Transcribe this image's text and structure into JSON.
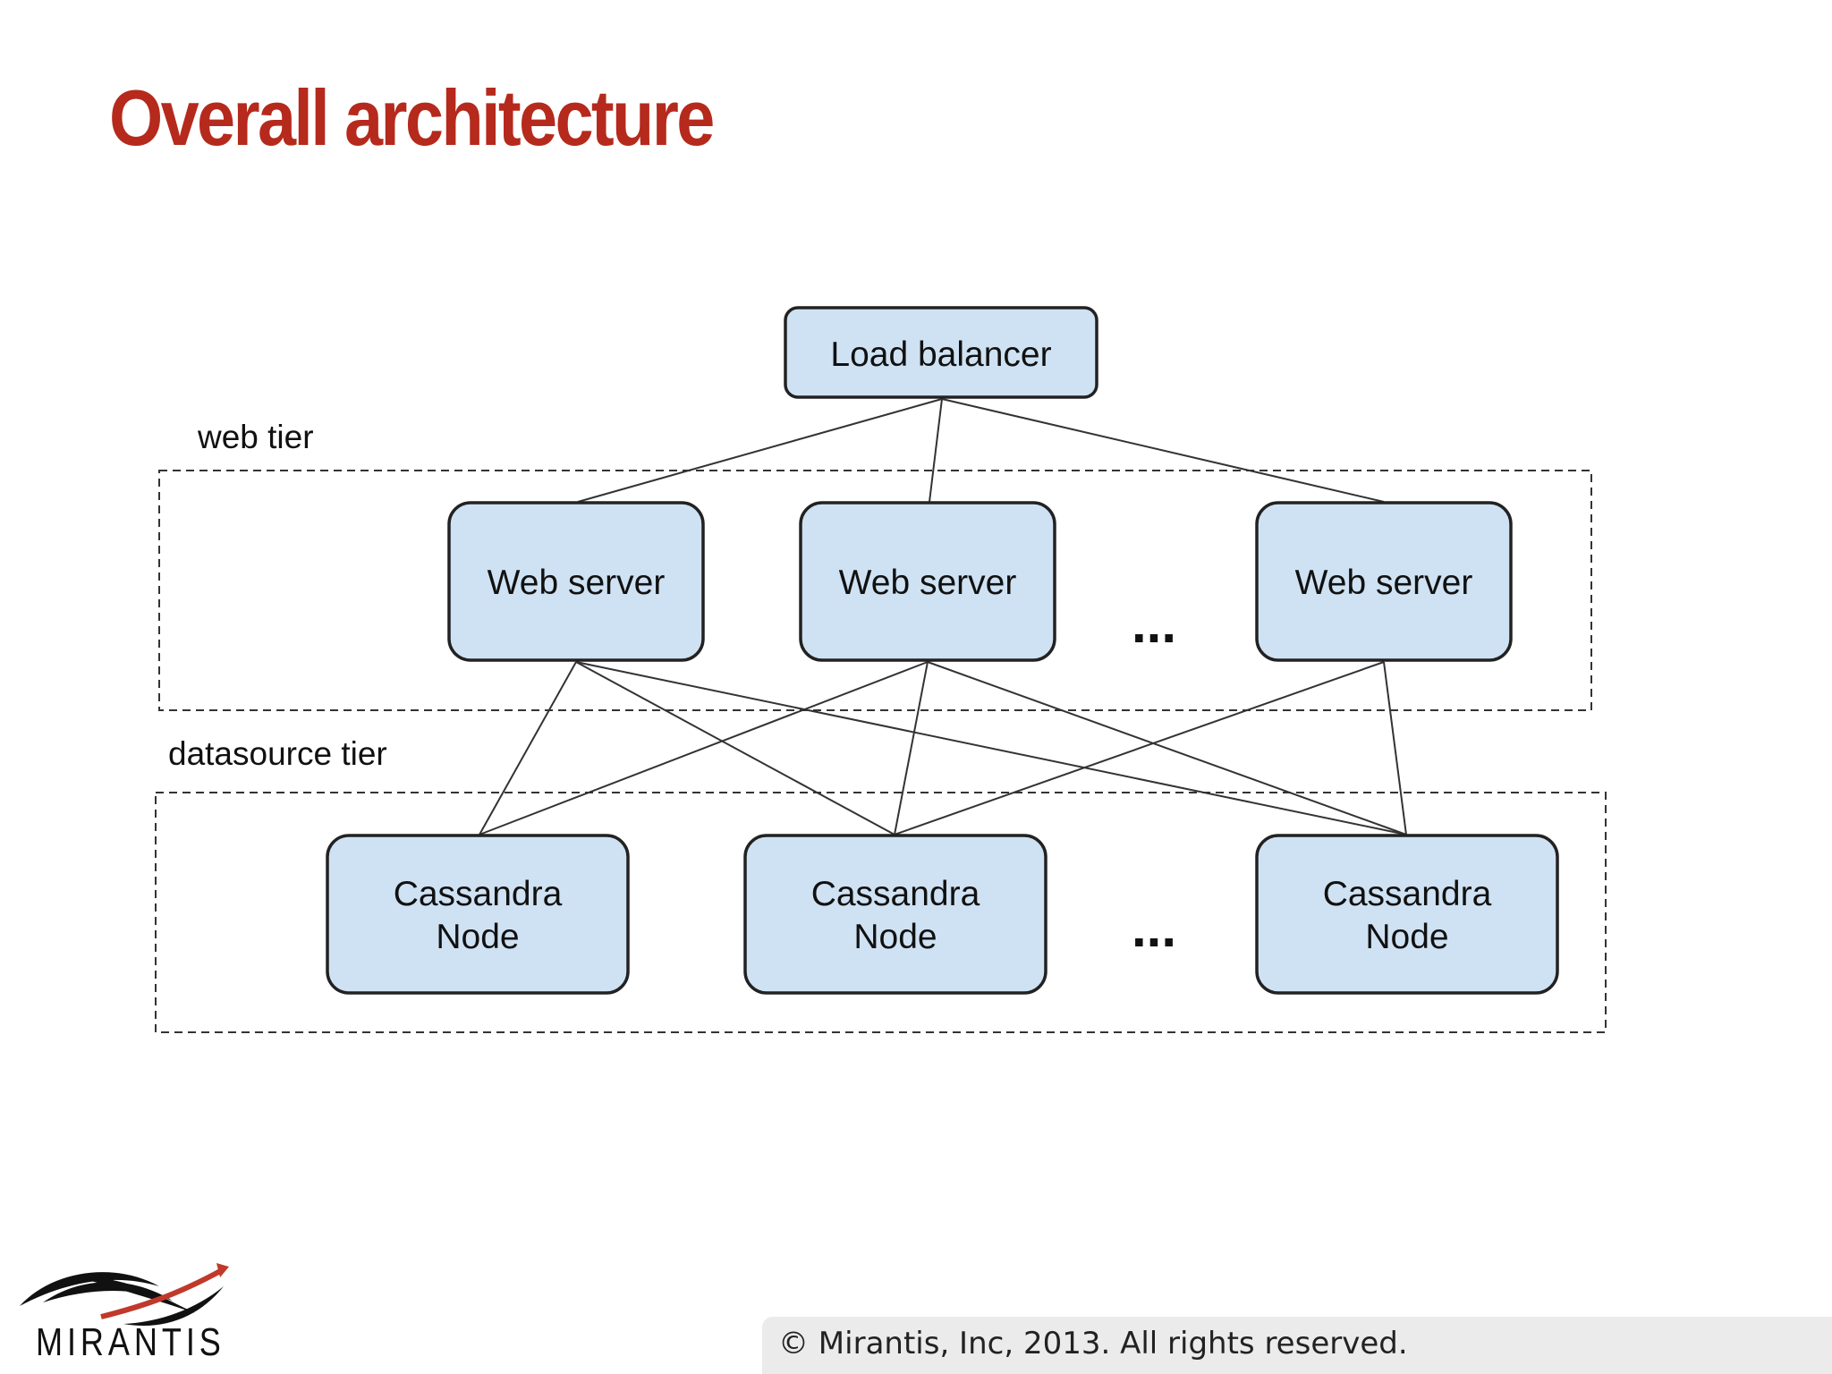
{
  "slide": {
    "title": "Overall architecture"
  },
  "diagram": {
    "tiers": {
      "web": "web tier",
      "datasource": "datasource tier"
    },
    "nodes": {
      "load_balancer": "Load balancer",
      "web_server_1": "Web server",
      "web_server_2": "Web server",
      "web_server_3": "Web server",
      "cassandra_1": [
        "Cassandra",
        "Node"
      ],
      "cassandra_2": [
        "Cassandra",
        "Node"
      ],
      "cassandra_3": [
        "Cassandra",
        "Node"
      ]
    },
    "ellipsis_web": "...",
    "ellipsis_data": "...",
    "edges": [
      [
        "load_balancer",
        "web_server_1"
      ],
      [
        "load_balancer",
        "web_server_2"
      ],
      [
        "load_balancer",
        "web_server_3"
      ],
      [
        "web_server_1",
        "cassandra_1"
      ],
      [
        "web_server_1",
        "cassandra_2"
      ],
      [
        "web_server_1",
        "cassandra_3"
      ],
      [
        "web_server_2",
        "cassandra_1"
      ],
      [
        "web_server_2",
        "cassandra_2"
      ],
      [
        "web_server_2",
        "cassandra_3"
      ],
      [
        "web_server_3",
        "cassandra_2"
      ],
      [
        "web_server_3",
        "cassandra_3"
      ]
    ],
    "colors": {
      "box_fill": "#cfe2f3",
      "box_stroke": "#222222",
      "edge": "#333333",
      "title": "#b52a1c"
    }
  },
  "branding": {
    "logo_name": "mirantis-logo-icon",
    "company": "MIRANTIS"
  },
  "footer": {
    "copyright": "© Mirantis, Inc, 2013. All rights reserved."
  }
}
